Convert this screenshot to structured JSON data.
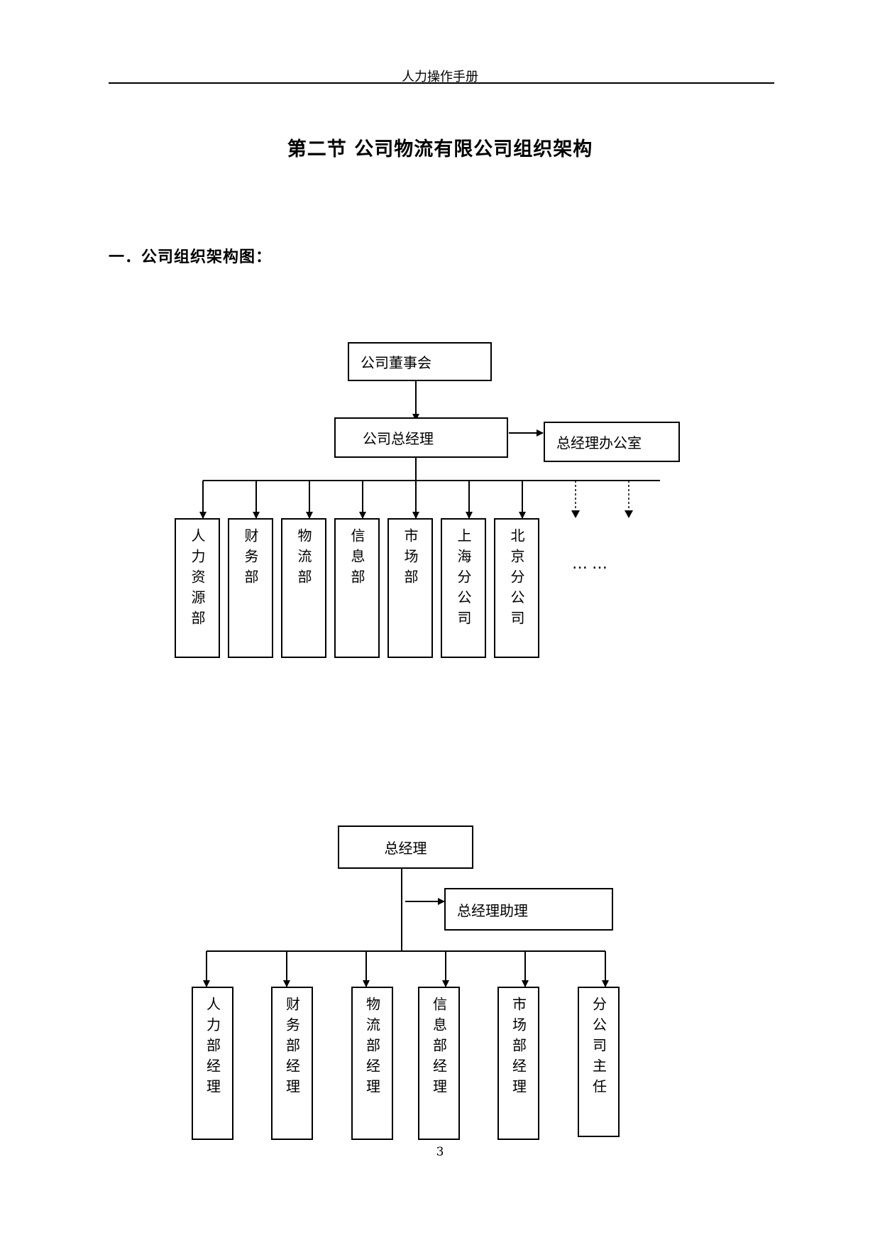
{
  "header": {
    "title": "人力操作手册"
  },
  "section_title": "第二节 公司物流有限公司组织架构",
  "sub_heading": "一．公司组织架构图：",
  "chart1": {
    "root": "公司董事会",
    "gm": "公司总经理",
    "side": "总经理办公室",
    "departments": [
      "人力资源部",
      "财务部",
      "物流部",
      "信息部",
      "市场部",
      "上海分公司",
      "北京分公司"
    ],
    "ellipsis": "……"
  },
  "chart2": {
    "root": "总经理",
    "assistant": "总经理助理",
    "managers": [
      "人力部经理",
      "财务部经理",
      "物流部经理",
      "信息部经理",
      "市场部经理",
      "分公司主任"
    ]
  },
  "page_number": "3"
}
